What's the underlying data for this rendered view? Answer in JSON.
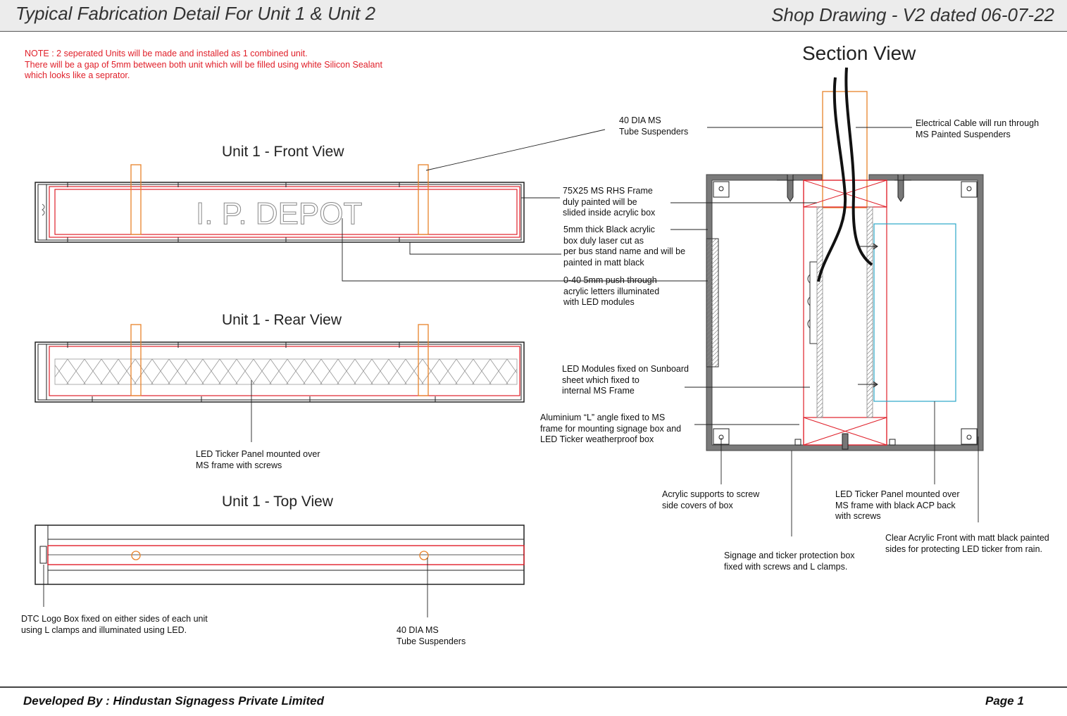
{
  "header": {
    "title": "Typical Fabrication Detail For Unit 1 & Unit 2",
    "revision": "Shop Drawing - V2 dated 06-07-22"
  },
  "note": {
    "line1": "NOTE : 2 seperated Units will be made and installed as 1 combined unit.",
    "line2": "There will be a gap of 5mm between both unit which will be filled using white Silicon Sealant",
    "line3": "which looks like a seprator."
  },
  "views": {
    "front": "Unit 1 - Front View",
    "rear": "Unit 1 - Rear View",
    "top": "Unit 1 - Top View",
    "section": "Section View"
  },
  "front_sign_text": "I. P. DEPOT",
  "labels": {
    "tube_suspenders_top": [
      "40 DIA MS",
      "Tube Suspenders"
    ],
    "electrical_cable": [
      "Electrical Cable will run through",
      "MS Painted Suspenders"
    ],
    "rhs_frame": [
      "75X25 MS RHS Frame",
      "duly painted will be",
      "slided inside acrylic box"
    ],
    "acrylic_box": [
      "5mm thick Black acrylic",
      "box duly laser cut as",
      "per bus stand name and will be",
      "painted in matt black"
    ],
    "push_through": [
      "0-40 5mm push through",
      "acrylic letters illuminated",
      "with LED modules"
    ],
    "led_modules": [
      "LED Modules fixed on Sunboard",
      "sheet which fixed to",
      "internal MS Frame"
    ],
    "aluminium_angle": [
      "Aluminium “L” angle fixed to MS",
      "frame for mounting signage box and",
      "LED Ticker weatherproof box"
    ],
    "ticker_rear": [
      "LED Ticker Panel mounted over",
      "MS frame with screws"
    ],
    "acrylic_supports": [
      "Acrylic supports to screw",
      "side covers of box"
    ],
    "ticker_section": [
      "LED Ticker Panel mounted over",
      "MS frame with black ACP back",
      "with screws"
    ],
    "clear_acrylic": [
      "Clear Acrylic Front with matt black painted",
      "sides for protecting LED ticker from rain."
    ],
    "protection_box": [
      "Signage and ticker protection box",
      "fixed with screws and L clamps."
    ],
    "dtc_logo": [
      "DTC Logo Box fixed on either sides of each unit",
      "using L clamps and illuminated using LED."
    ],
    "tube_suspenders_bottom": [
      "40 DIA MS",
      "Tube Suspenders"
    ]
  },
  "footer": {
    "developer": "Developed By : Hindustan Signagess Private Limited",
    "page": "Page 1"
  },
  "colors": {
    "red": "#e0202a",
    "orange": "#e8822a",
    "cyan": "#2aa7c9",
    "grey_wall": "#7a7a7a"
  }
}
